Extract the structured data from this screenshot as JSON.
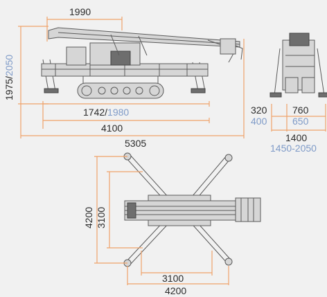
{
  "colors": {
    "background": "#f1f1f1",
    "dimension_line": "#f0a26a",
    "text_dark": "#2b2b2b",
    "text_blue": "#7f9bc8",
    "machine_line": "#5a5a5a"
  },
  "side_view": {
    "boom_offset": "1990",
    "height_black": "1975",
    "height_sep": "/",
    "height_blue": "2050",
    "track_length_black": "1742",
    "track_length_sep": "/",
    "track_length_blue": "1980",
    "overall_length": "4100",
    "max_length": "5305"
  },
  "end_view": {
    "left_black": "320",
    "left_blue": "400",
    "right_black": "760",
    "right_blue": "650",
    "width": "1400",
    "width_range": "1450-2050"
  },
  "top_view": {
    "outer_span_vertical": "4200",
    "inner_span_vertical": "3100",
    "inner_span_horizontal": "3100",
    "outer_span_horizontal": "4200"
  }
}
